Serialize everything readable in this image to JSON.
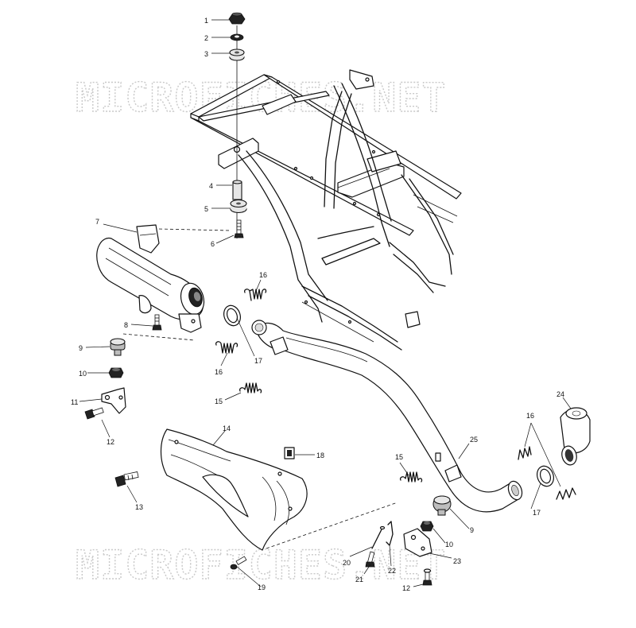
{
  "watermark": "MICROFICHES.NET",
  "labels": [
    {
      "id": "label-1",
      "text": "1"
    },
    {
      "id": "label-2",
      "text": "2"
    },
    {
      "id": "label-3",
      "text": "3"
    },
    {
      "id": "label-4",
      "text": "4"
    },
    {
      "id": "label-5",
      "text": "5"
    },
    {
      "id": "label-6",
      "text": "6"
    },
    {
      "id": "label-7",
      "text": "7"
    },
    {
      "id": "label-8",
      "text": "8"
    },
    {
      "id": "label-9a",
      "text": "9"
    },
    {
      "id": "label-10a",
      "text": "10"
    },
    {
      "id": "label-11",
      "text": "11"
    },
    {
      "id": "label-12a",
      "text": "12"
    },
    {
      "id": "label-13",
      "text": "13"
    },
    {
      "id": "label-14",
      "text": "14"
    },
    {
      "id": "label-15a",
      "text": "15"
    },
    {
      "id": "label-16a",
      "text": "16"
    },
    {
      "id": "label-16b",
      "text": "16"
    },
    {
      "id": "label-17a",
      "text": "17"
    },
    {
      "id": "label-18",
      "text": "18"
    },
    {
      "id": "label-19",
      "text": "19"
    },
    {
      "id": "label-20",
      "text": "20"
    },
    {
      "id": "label-21",
      "text": "21"
    },
    {
      "id": "label-22",
      "text": "22"
    },
    {
      "id": "label-23",
      "text": "23"
    },
    {
      "id": "label-12b",
      "text": "12"
    },
    {
      "id": "label-10b",
      "text": "10"
    },
    {
      "id": "label-9b",
      "text": "9"
    },
    {
      "id": "label-15b",
      "text": "15"
    },
    {
      "id": "label-25",
      "text": "25"
    },
    {
      "id": "label-16c",
      "text": "16"
    },
    {
      "id": "label-24",
      "text": "24"
    },
    {
      "id": "label-17b",
      "text": "17"
    }
  ]
}
